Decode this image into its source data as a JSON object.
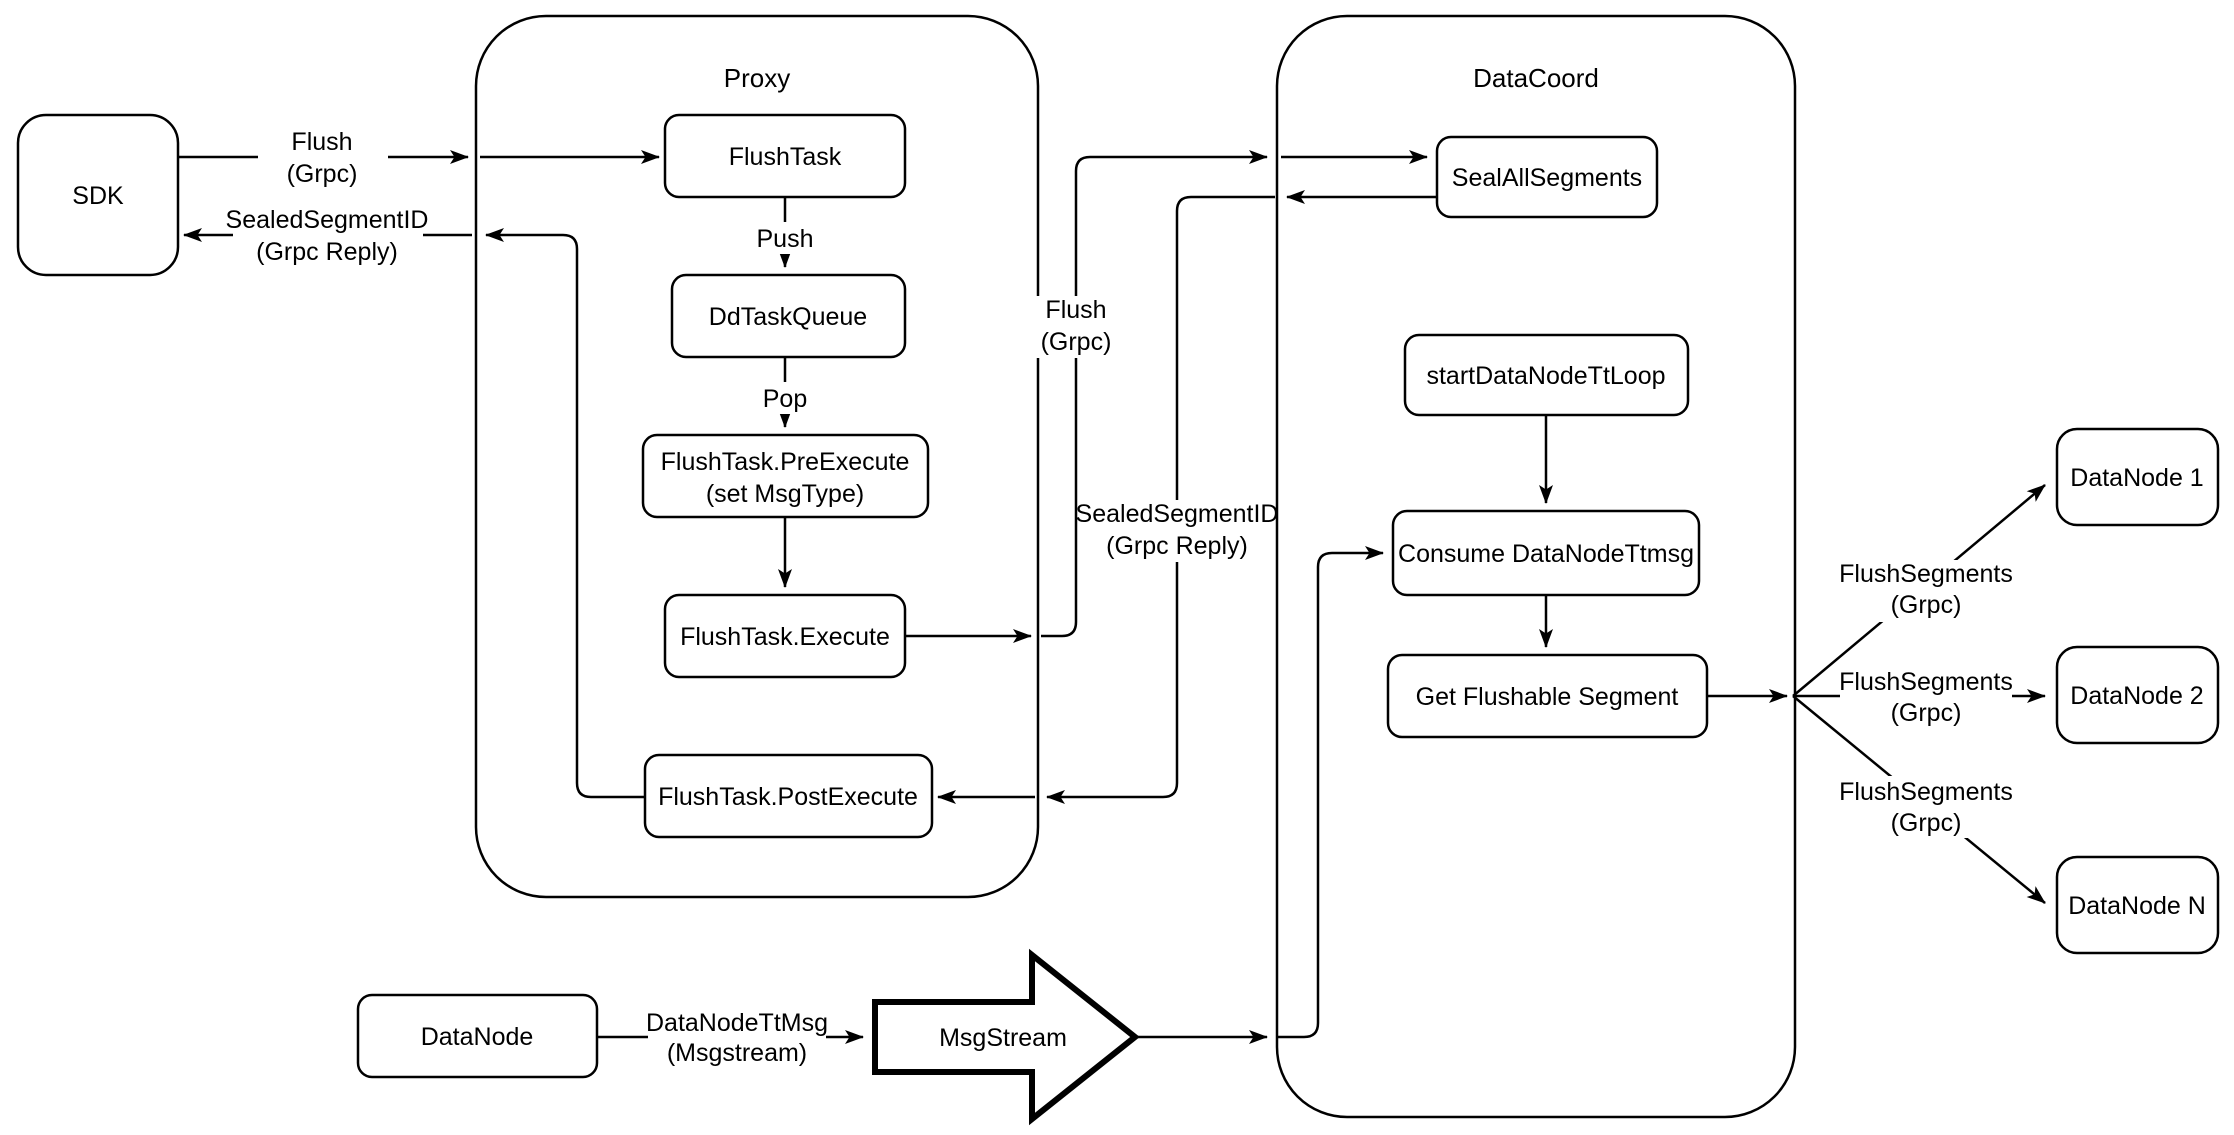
{
  "diagram": {
    "colors": {
      "stroke": "#000000",
      "background": "#ffffff"
    },
    "containers": {
      "proxy": {
        "title": "Proxy"
      },
      "datacoord": {
        "title": "DataCoord"
      }
    },
    "nodes": {
      "sdk": "SDK",
      "flush_task": "FlushTask",
      "dd_task_queue": "DdTaskQueue",
      "pre_execute_line1": "FlushTask.PreExecute",
      "pre_execute_line2": "(set MsgType)",
      "execute": "FlushTask.Execute",
      "post_execute": "FlushTask.PostExecute",
      "seal_all_segments": "SealAllSegments",
      "start_datanode_tt_loop": "startDataNodeTtLoop",
      "consume_datanode_ttmsg": "Consume DataNodeTtmsg",
      "get_flushable_segment": "Get Flushable Segment",
      "datanode_1": "DataNode 1",
      "datanode_2": "DataNode 2",
      "datanode_n": "DataNode N",
      "datanode": "DataNode",
      "msgstream": "MsgStream"
    },
    "edge_labels": {
      "sdk_flush_line1": "Flush",
      "sdk_flush_line2": "(Grpc)",
      "sdk_reply_line1": "SealedSegmentID",
      "sdk_reply_line2": "(Grpc Reply)",
      "push": "Push",
      "pop": "Pop",
      "mid_flush_line1": "Flush",
      "mid_flush_line2": "(Grpc)",
      "mid_reply_line1": "SealedSegmentID",
      "mid_reply_line2": "(Grpc Reply)",
      "flush_segments": "FlushSegments",
      "flush_segments_grpc": "(Grpc)",
      "datanode_ttmsg_line1": "DataNodeTtMsg",
      "datanode_ttmsg_line2": "(Msgstream)"
    }
  }
}
